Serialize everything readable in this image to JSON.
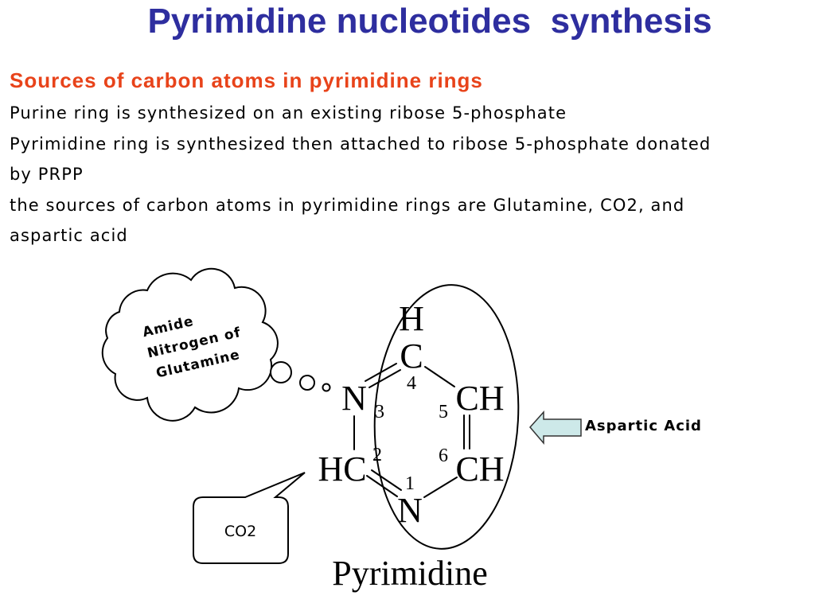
{
  "slide": {
    "title": "Pyrimidine nucleotides  synthesis",
    "subtitle": "Sources of carbon atoms in pyrimidine rings",
    "paragraphs": [
      {
        "lines": [
          "Purine ring is synthesized on an existing ribose 5-phosphate"
        ]
      },
      {
        "lines": [
          "Pyrimidine ring is synthesized then attached to ribose 5-phosphate donated",
          "by PRPP"
        ]
      },
      {
        "lines": [
          "the sources of carbon atoms in pyrimidine rings are Glutamine, CO2, and",
          "aspartic acid"
        ]
      }
    ]
  },
  "diagram": {
    "structure_label": "Pyrimidine",
    "atoms": {
      "h4": "H",
      "c4": "C",
      "n3": "N",
      "c5": "CH",
      "c2": "HC",
      "c6": "CH",
      "n1": "N"
    },
    "ring_numbers": {
      "pos1": "1",
      "pos2": "2",
      "pos3": "3",
      "pos4": "4",
      "pos5": "5",
      "pos6": "6"
    },
    "thought_cloud": {
      "lines": [
        "Amide",
        "Nitrogen of",
        "Glutamine"
      ]
    },
    "callout": {
      "text": "CO2"
    },
    "arrow": {
      "label": "Aspartic Acid"
    }
  },
  "colors": {
    "title": "#2e2e9f",
    "subtitle": "#e8431a",
    "arrow_fill": "#cde9e9"
  }
}
